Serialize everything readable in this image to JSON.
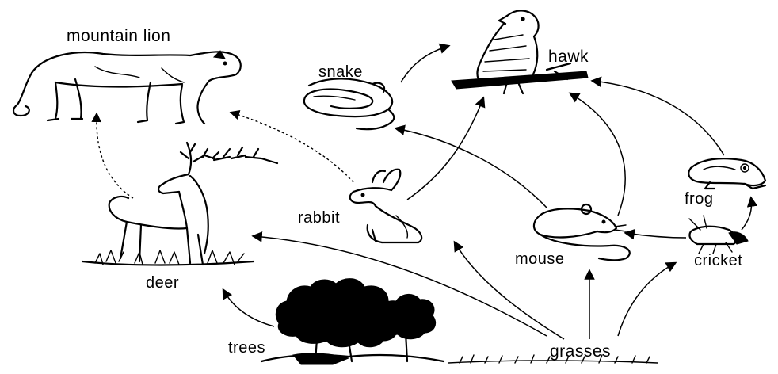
{
  "labels": {
    "mountain_lion": "mountain lion",
    "snake": "snake",
    "hawk": "hawk",
    "frog": "frog",
    "rabbit": "rabbit",
    "mouse": "mouse",
    "cricket": "cricket",
    "deer": "deer",
    "trees": "trees",
    "grasses": "grasses"
  },
  "colors": {
    "ink": "#000000",
    "background": "#ffffff"
  }
}
